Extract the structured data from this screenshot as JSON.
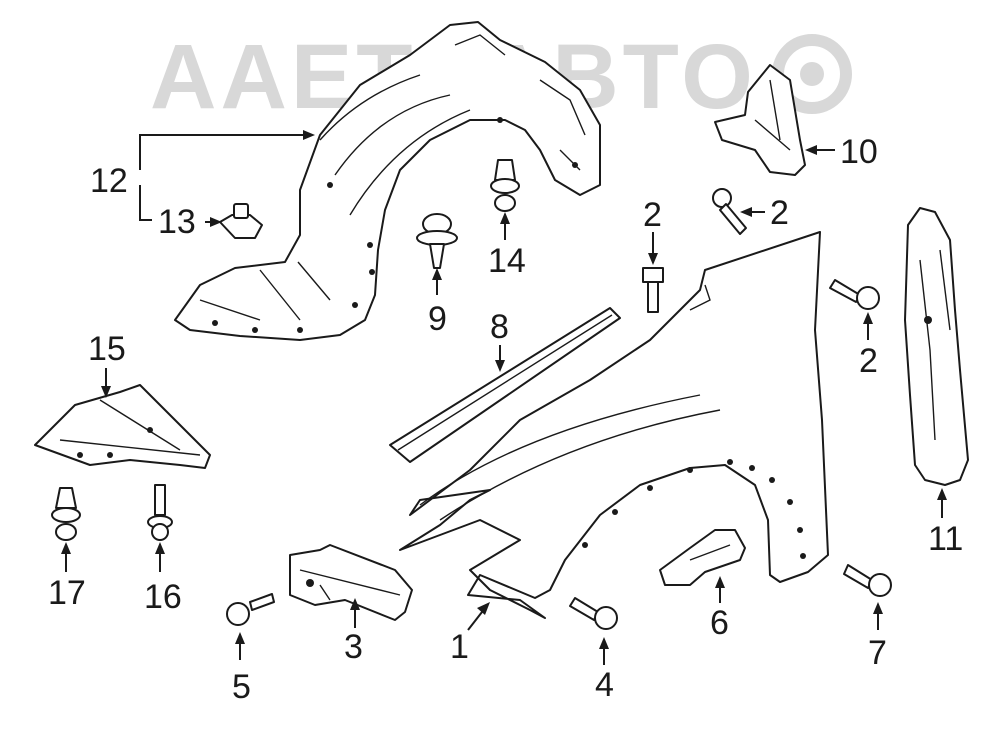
{
  "watermark": {
    "text": "AAETEABTO"
  },
  "callouts": {
    "c1": "1",
    "c2a": "2",
    "c2b": "2",
    "c2c": "2",
    "c3": "3",
    "c4": "4",
    "c5": "5",
    "c6": "6",
    "c7": "7",
    "c8": "8",
    "c9": "9",
    "c10": "10",
    "c11": "11",
    "c12": "12",
    "c13": "13",
    "c14": "14",
    "c15": "15",
    "c16": "16",
    "c17": "17"
  }
}
